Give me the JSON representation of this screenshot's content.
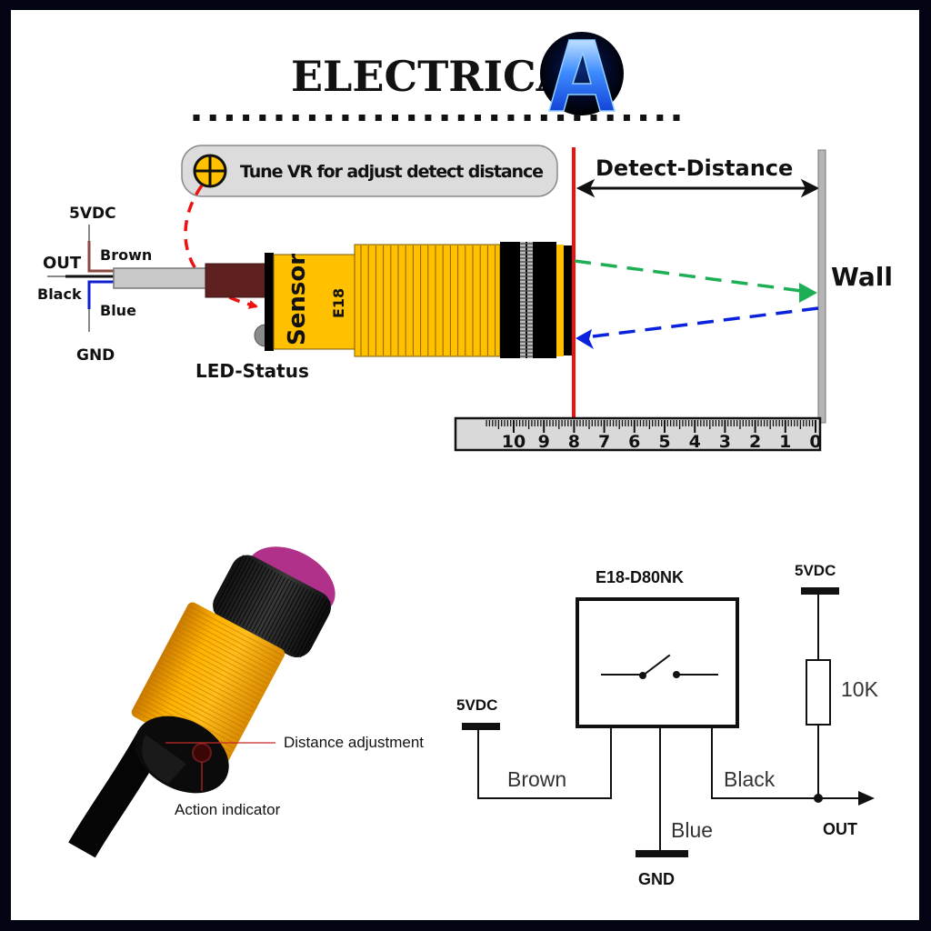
{
  "header": {
    "brand": "ELECTRICA",
    "logo_letter": "A",
    "divider_dots": 30
  },
  "top_diagram": {
    "tune_note": "Tune VR for adjust detect distance",
    "detect_distance_label": "Detect-Distance",
    "wall_label": "Wall",
    "sensor_label": "Sensor",
    "model_label": "E18",
    "led_label": "LED-Status",
    "wires": {
      "vcc_label": "5VDC",
      "out_label": "OUT",
      "gnd_label": "GND",
      "brown_label": "Brown",
      "black_label": "Black",
      "blue_label": "Blue"
    },
    "ruler": {
      "ticks": [
        "10",
        "9",
        "8",
        "7",
        "6",
        "5",
        "4",
        "3",
        "2",
        "1",
        "0"
      ],
      "marker_at": 8
    },
    "colors": {
      "sensor_yellow": "#FFC000",
      "cable_brown": "#5E2120",
      "marker_red": "#EE1111",
      "emit_green": "#1DAF55",
      "return_blue": "#0A22DD",
      "wire_brown": "#8B4A44",
      "wire_blue": "#1020D0"
    }
  },
  "photo": {
    "distance_adjustment_label": "Distance adjustment",
    "action_indicator_label": "Action indicator"
  },
  "schematic": {
    "module_label": "E18-D80NK",
    "vcc_left_label": "5VDC",
    "vcc_right_label": "5VDC",
    "resistor_label": "10K",
    "brown_label": "Brown",
    "black_label": "Black",
    "blue_label": "Blue",
    "gnd_label": "GND",
    "out_label": "OUT"
  }
}
